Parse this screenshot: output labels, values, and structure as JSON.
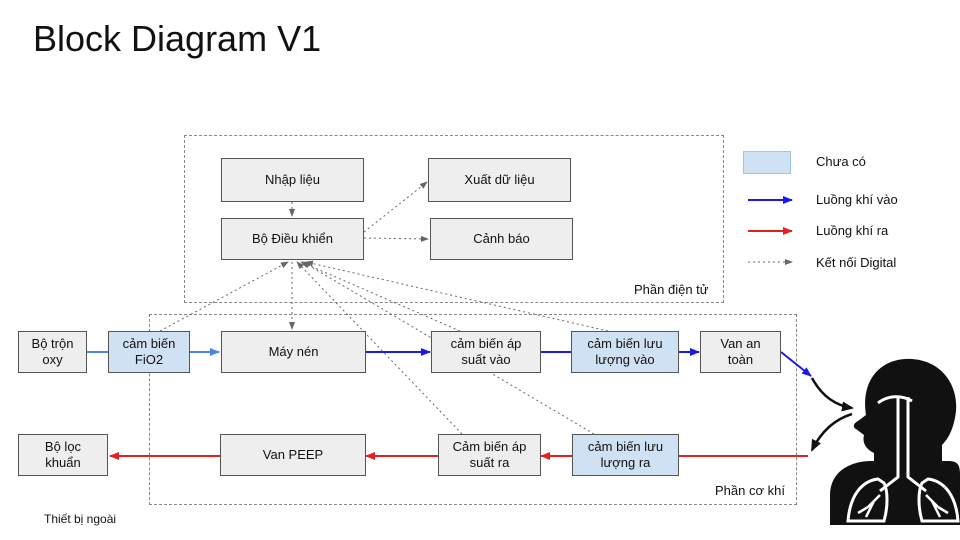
{
  "title": "Block Diagram V1",
  "groups": {
    "electronics": "Phần điện tử",
    "mechanical": "Phần cơ khí",
    "external": "Thiết bị ngoài"
  },
  "blocks": {
    "input": "Nhập liệu",
    "output": "Xuất dữ liệu",
    "controller": "Bộ Điều khiển",
    "alarm": "Cảnh báo",
    "oxygen_mixer": "Bộ trộn\noxy",
    "fio2_sensor": "cảm biến\nFiO2",
    "compressor": "Máy nén",
    "inlet_pressure_sensor": "cảm biến áp\nsuất vào",
    "inlet_flow_sensor": "cảm biến lưu\nlượng vào",
    "safety_valve": "Van an\ntoàn",
    "bacteria_filter": "Bộ lọc\nkhuẩn",
    "peep_valve": "Van PEEP",
    "outlet_pressure_sensor": "Cảm biến áp\nsuất ra",
    "outlet_flow_sensor": "cảm biến lưu\nlượng ra"
  },
  "legend": {
    "not_available": "Chưa có",
    "inflow": "Luồng khí vào",
    "outflow": "Luồng khí ra",
    "digital": "Kết nối Digital"
  },
  "colors": {
    "inflow": "#1a1ae6",
    "outflow": "#e62020",
    "digital": "#666666",
    "pending_block": "#cfe2f3",
    "block": "#eeeeee"
  },
  "icons": {
    "patient": "patient-lungs-icon"
  }
}
